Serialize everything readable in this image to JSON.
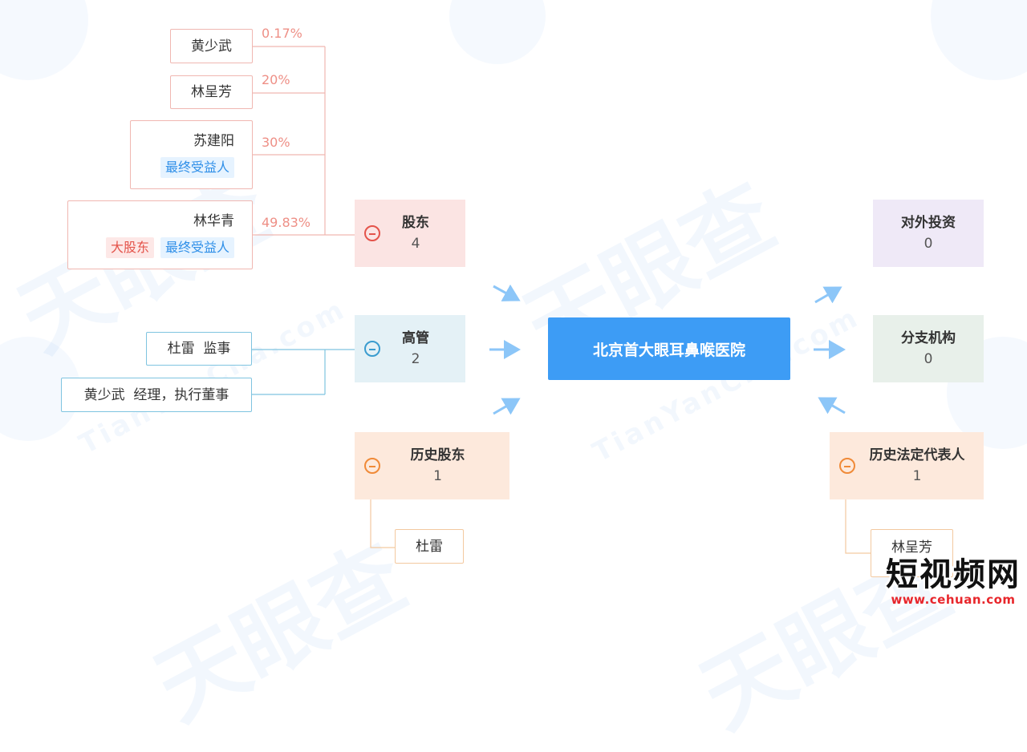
{
  "company": "北京首大眼耳鼻喉医院",
  "shareholders": {
    "title": "股东",
    "count": "4",
    "people": [
      {
        "name": "黄少武",
        "pct": "0.17%"
      },
      {
        "name": "林呈芳",
        "pct": "20%"
      },
      {
        "name": "苏建阳",
        "pct": "30%",
        "tag_beneficiary": "最终受益人"
      },
      {
        "name": "林华青",
        "pct": "49.83%",
        "tag_major": "大股东",
        "tag_beneficiary": "最终受益人"
      }
    ]
  },
  "executives": {
    "title": "高管",
    "count": "2",
    "people": [
      {
        "name": "杜雷  监事"
      },
      {
        "name": "黄少武  经理，执行董事"
      }
    ]
  },
  "history_shareholders": {
    "title": "历史股东",
    "count": "1",
    "people": [
      {
        "name": "杜雷"
      }
    ]
  },
  "investments": {
    "title": "对外投资",
    "count": "0"
  },
  "branches": {
    "title": "分支机构",
    "count": "0"
  },
  "history_legal_rep": {
    "title": "历史法定代表人",
    "count": "1",
    "people": [
      {
        "name": "林呈芳"
      }
    ]
  },
  "colors": {
    "center": "#3d9cf5",
    "shareholder_bg": "#fbe4e3",
    "executive_bg": "#e4f1f6",
    "history_bg": "#fde9dc",
    "investment_bg": "#efe9f7",
    "branch_bg": "#e8f0ea",
    "arrow": "#8cc6f8"
  },
  "watermark": {
    "brand": "天眼查",
    "site": "TianYanCha.com"
  },
  "footer_brand": {
    "title": "短视频网",
    "url": "www.cehuan.com"
  }
}
